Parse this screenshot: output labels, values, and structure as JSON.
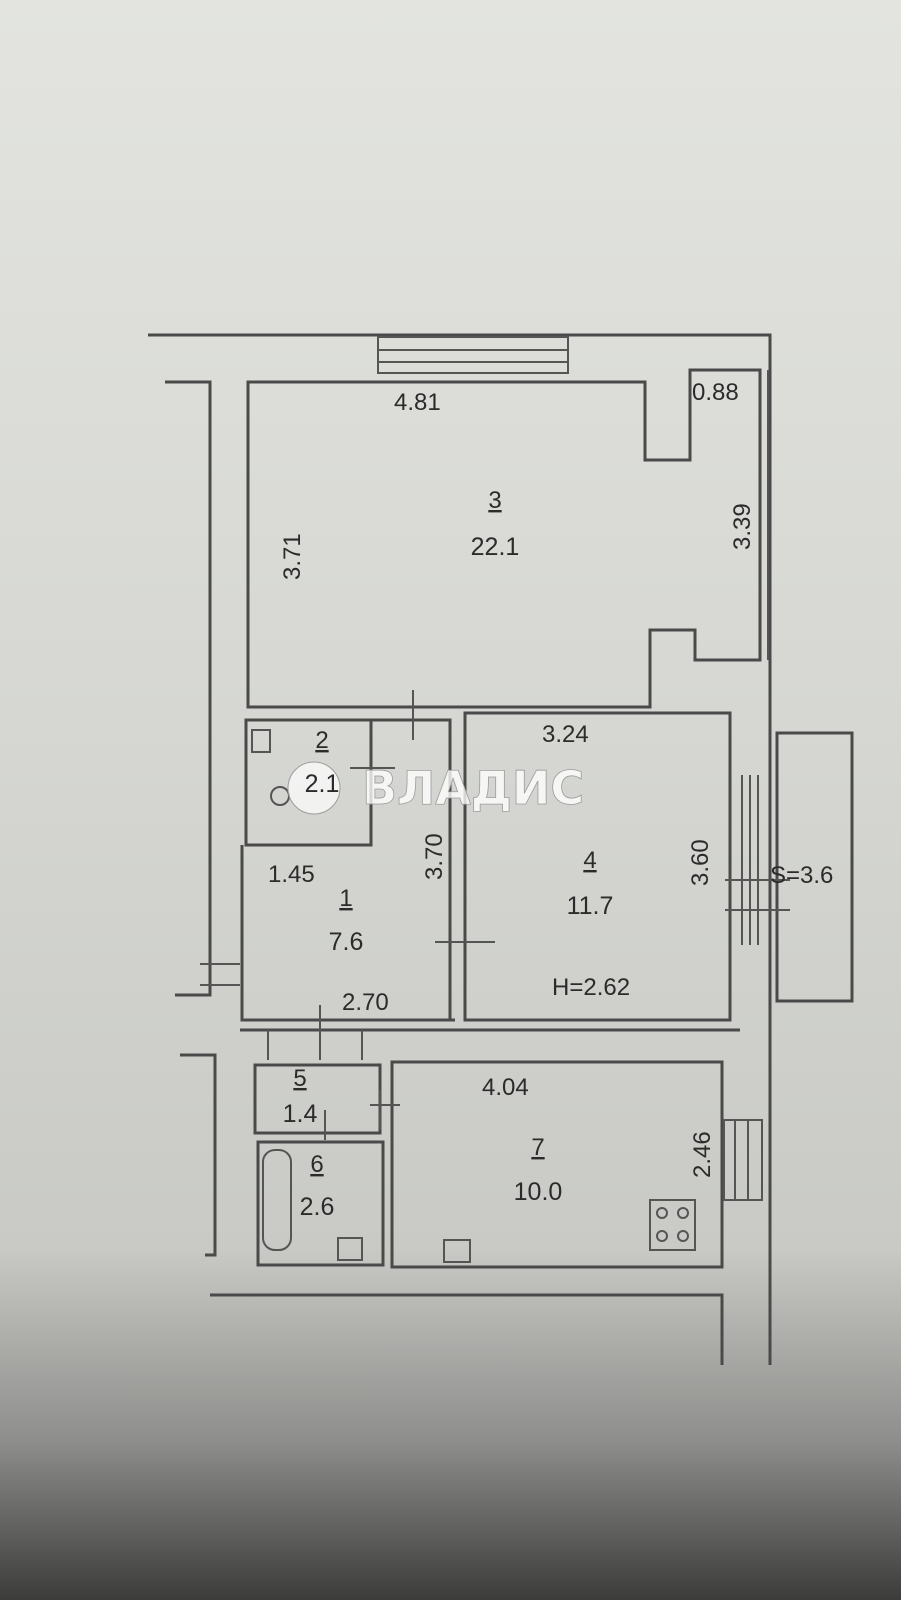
{
  "rooms": [
    {
      "number": "1",
      "area": "7.6"
    },
    {
      "number": "2",
      "area": "2.1"
    },
    {
      "number": "3",
      "area": "22.1"
    },
    {
      "number": "4",
      "area": "11.7"
    },
    {
      "number": "5",
      "area": "1.4"
    },
    {
      "number": "6",
      "area": "2.6"
    },
    {
      "number": "7",
      "area": "10.0"
    }
  ],
  "dimensions": {
    "d481": "4.81",
    "d088": "0.88",
    "d371": "3.71",
    "d339": "3.39",
    "d324": "3.24",
    "d370": "3.70",
    "d360": "3.60",
    "d145": "1.45",
    "d270": "2.70",
    "d404": "4.04",
    "d246": "2.46"
  },
  "ceiling_height": "H=2.62",
  "balcony_area": "S=3.6",
  "watermark": {
    "text": "ВЛАДИС"
  }
}
